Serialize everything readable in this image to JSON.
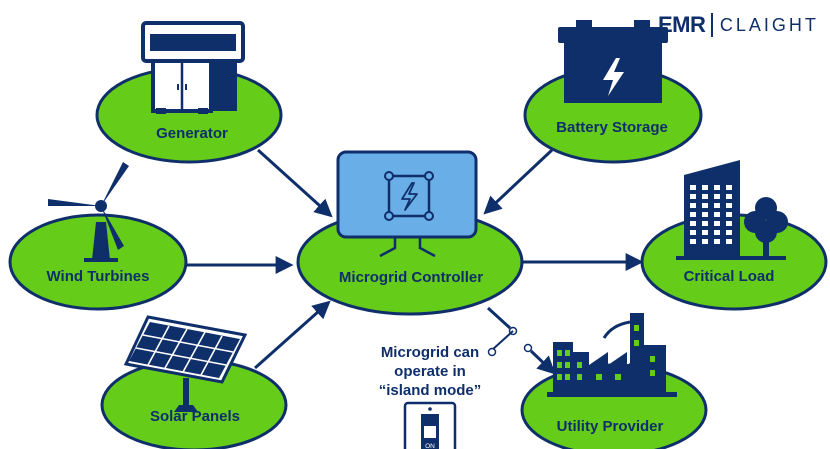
{
  "brand": {
    "mark": "EMR",
    "name": "CLAIGHT"
  },
  "nodes": {
    "generator": "Generator",
    "battery": "Battery Storage",
    "wind": "Wind Turbines",
    "controller": "Microgrid Controller",
    "load": "Critical Load",
    "solar": "Solar Panels",
    "utility": "Utility Provider"
  },
  "island_note": [
    "Microgrid can",
    "operate in",
    "“island mode”"
  ],
  "switch_label": "ON",
  "icons": [
    "generator-icon",
    "battery-icon",
    "wind-turbine-icon",
    "solar-panel-icon",
    "controller-icon",
    "building-icon",
    "tree-icon",
    "factory-icon",
    "light-switch-icon"
  ],
  "colors": {
    "node_fill": "#66cc1a",
    "node_stroke": "#0f2f6b",
    "controller_fill": "#6aaee8",
    "text": "#0f2f6b"
  }
}
